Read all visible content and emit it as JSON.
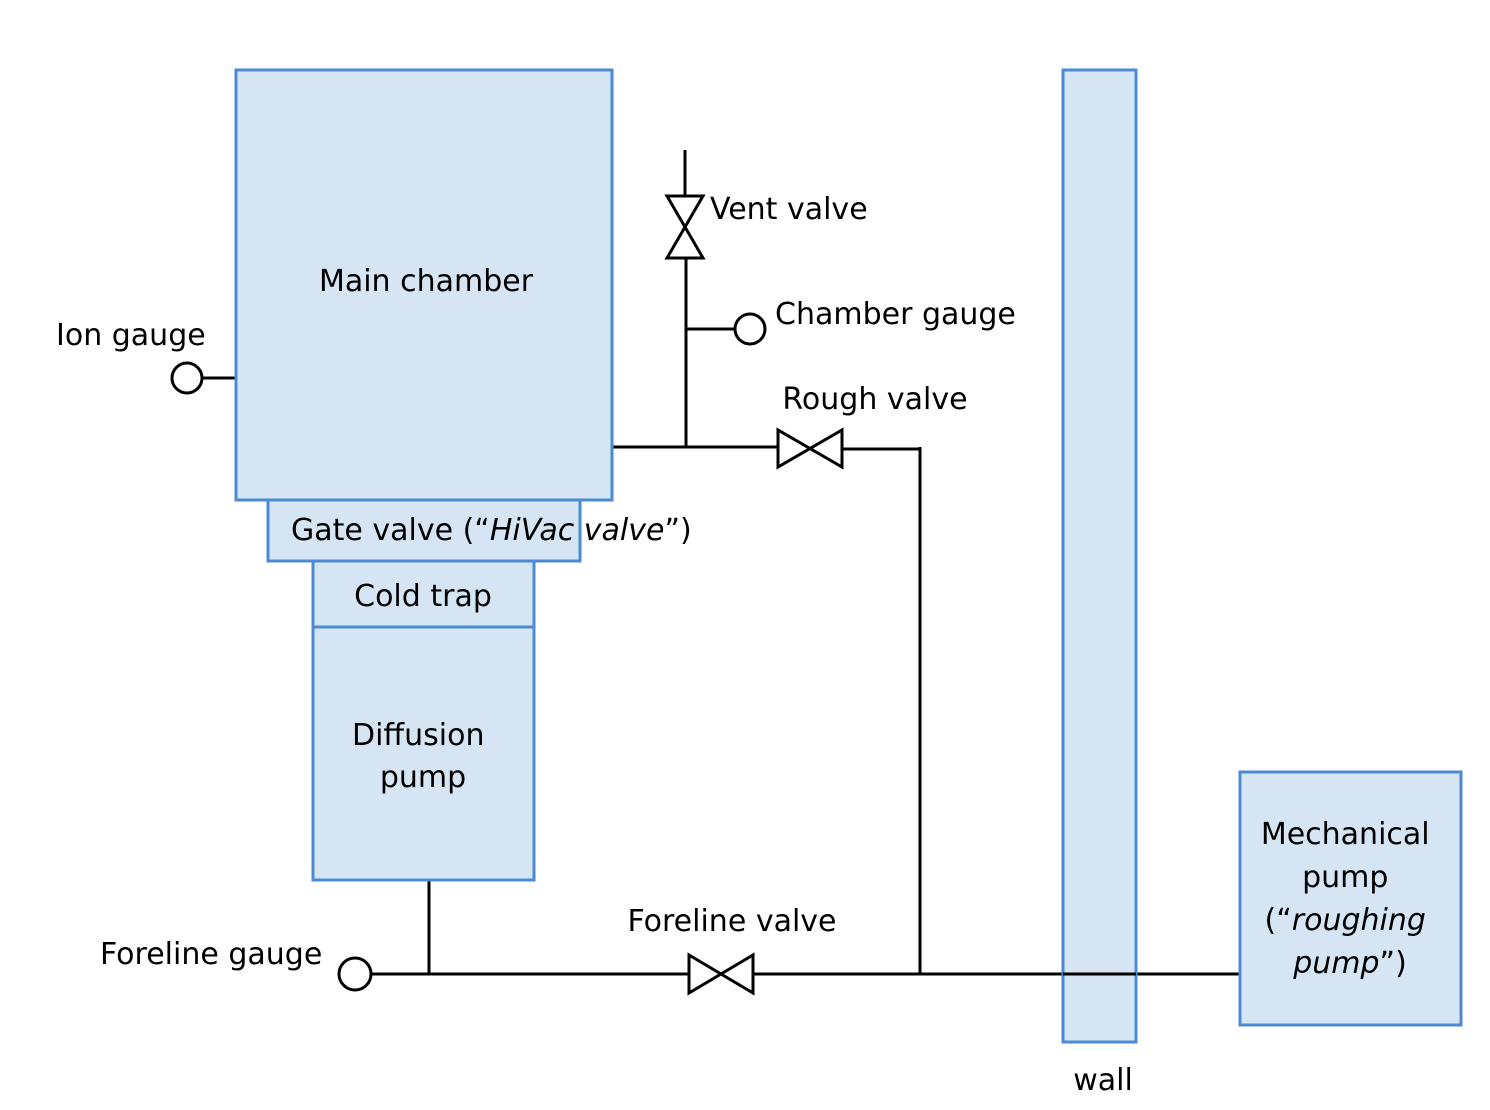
{
  "diagram": {
    "title": "Vacuum system schematic",
    "colors": {
      "box_fill": "#d6e5f4",
      "box_stroke": "#4e8ad4",
      "line": "#000000"
    },
    "components": {
      "main_chamber": "Main chamber",
      "gate_valve": {
        "prefix": "Gate valve (“",
        "italic": "HiVac valve",
        "suffix": "”)"
      },
      "cold_trap": "Cold trap",
      "diffusion_pump": {
        "line1": "Diffusion",
        "line2": "pump"
      },
      "mechanical_pump": {
        "line1": "Mechanical",
        "line2": "pump",
        "line3_prefix": "(“",
        "line3_italic": "roughing",
        "line4_italic": "pump",
        "line4_suffix": "”)"
      },
      "wall": "wall"
    },
    "valves": {
      "vent": "Vent valve",
      "rough": "Rough valve",
      "foreline": "Foreline valve"
    },
    "gauges": {
      "ion": "Ion gauge",
      "chamber": "Chamber gauge",
      "foreline": "Foreline gauge"
    }
  }
}
